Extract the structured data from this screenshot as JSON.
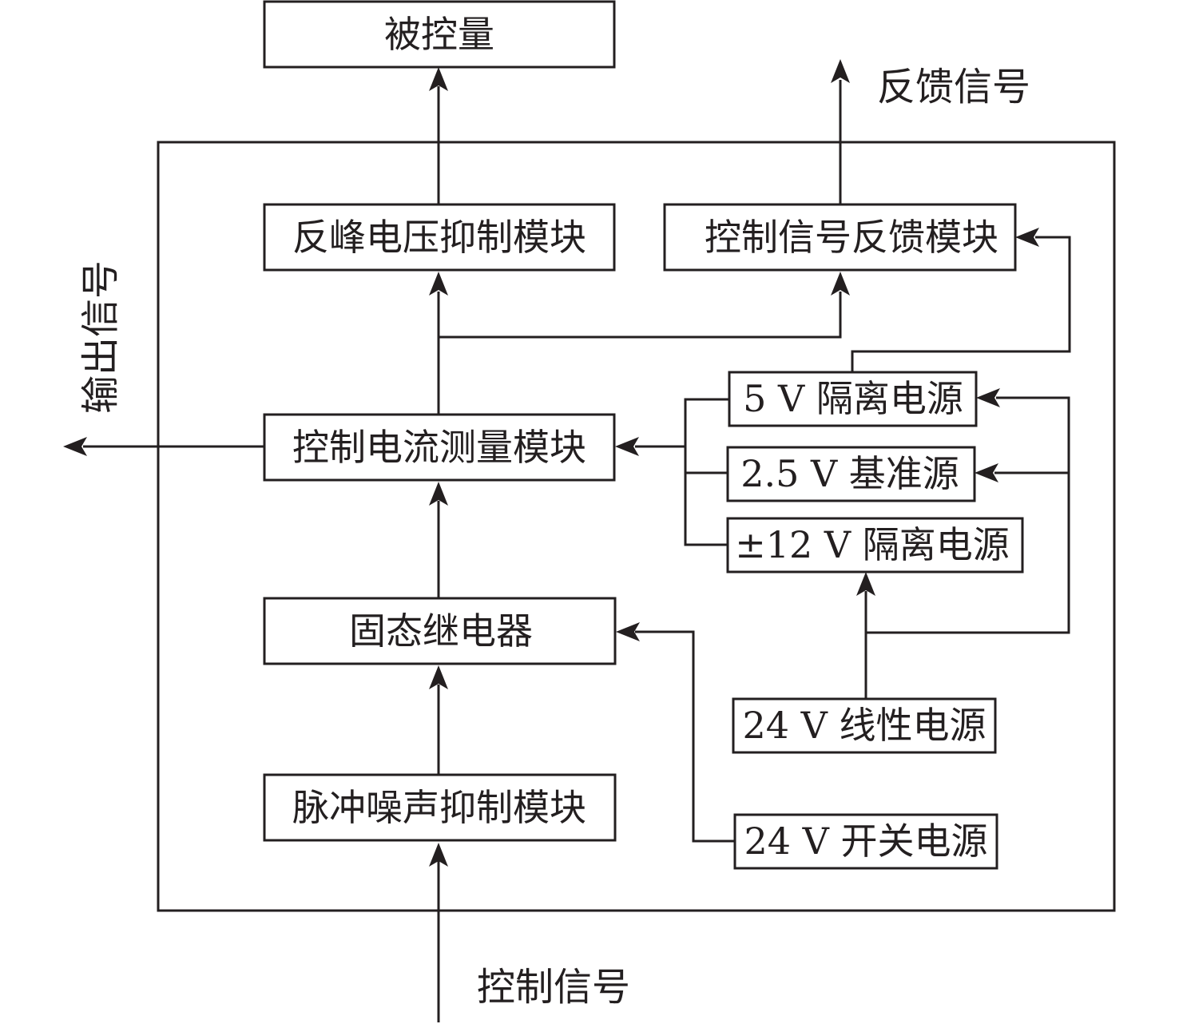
{
  "diagram": {
    "type": "block-diagram",
    "external_labels": {
      "controlled_quantity": "被控量",
      "feedback_signal": "反馈信号",
      "output_signal": "输出信号",
      "control_signal": "控制信号"
    },
    "modules": {
      "flyback_suppression": "反峰电压抑制模块",
      "signal_feedback": "控制信号反馈模块",
      "current_measurement": "控制电流测量模块",
      "ssr": "固态继电器",
      "pulse_noise_suppression": "脉冲噪声抑制模块",
      "iso_5v": "5 V 隔离电源",
      "ref_2v5": "2.5 V 基准源",
      "iso_12v": "±12 V 隔离电源",
      "linear_24v": "24 V 线性电源",
      "switching_24v": "24 V 开关电源"
    },
    "connections": [
      {
        "from": "控制信号",
        "to": "脉冲噪声抑制模块"
      },
      {
        "from": "脉冲噪声抑制模块",
        "to": "固态继电器"
      },
      {
        "from": "24 V 开关电源",
        "to": "固态继电器"
      },
      {
        "from": "固态继电器",
        "to": "控制电流测量模块"
      },
      {
        "from": "控制电流测量模块",
        "to": "反峰电压抑制模块"
      },
      {
        "from": "控制电流测量模块",
        "to": "控制信号反馈模块"
      },
      {
        "from": "控制电流测量模块",
        "to": "输出信号"
      },
      {
        "from": "反峰电压抑制模块",
        "to": "被控量"
      },
      {
        "from": "控制信号反馈模块",
        "to": "反馈信号"
      },
      {
        "from": "5 V 隔离电源",
        "to": "控制电流测量模块"
      },
      {
        "from": "2.5 V 基准源",
        "to": "控制电流测量模块"
      },
      {
        "from": "±12 V 隔离电源",
        "to": "控制电流测量模块"
      },
      {
        "from": "5 V 隔离电源",
        "to": "控制信号反馈模块"
      },
      {
        "from": "24 V 线性电源",
        "to": "±12 V 隔离电源"
      },
      {
        "from": "24 V 线性电源",
        "to": "5 V 隔离电源"
      },
      {
        "from": "24 V 线性电源",
        "to": "2.5 V 基准源"
      }
    ]
  }
}
